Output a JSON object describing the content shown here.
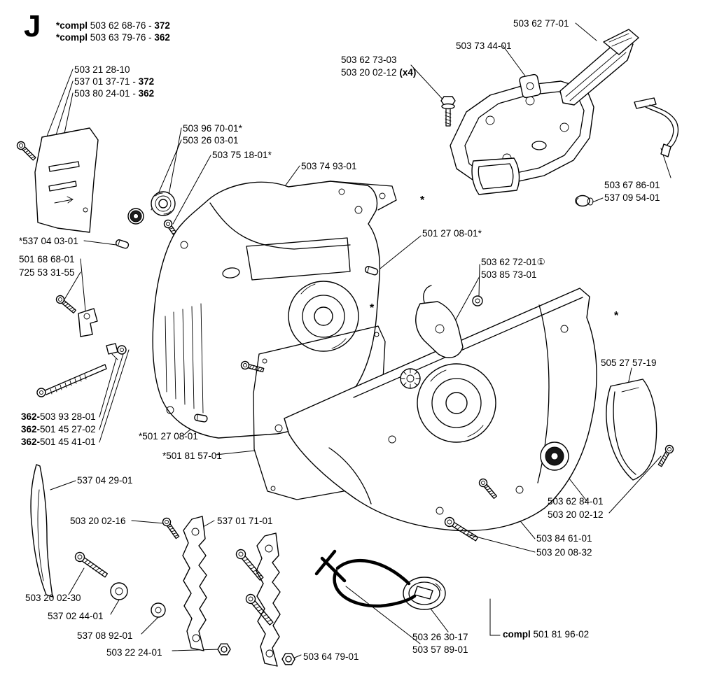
{
  "page": {
    "background": "#ffffff",
    "ink": "#000000"
  },
  "header": {
    "section_letter": "J",
    "notes": [
      {
        "bold_prefix": "*compl",
        "text": " 503 62 68-76 - ",
        "bold_suffix": "372"
      },
      {
        "bold_prefix": "*compl",
        "text": " 503 63 79-76 - ",
        "bold_suffix": "362"
      }
    ]
  },
  "labels": [
    {
      "text": "503 21 28-10"
    },
    {
      "text": "537 01 37-71 - ",
      "bold_suffix": "372"
    },
    {
      "text": "503 80 24-01 - ",
      "bold_suffix": "362"
    },
    {
      "text": "503 96 70-01*"
    },
    {
      "text": "503 26 03-01"
    },
    {
      "text": "503 75 18-01*"
    },
    {
      "text": "503 74 93-01"
    },
    {
      "text": "503 62 73-03"
    },
    {
      "text": "503 20 02-12 ",
      "bold_suffix": "(x4)"
    },
    {
      "text": "503 73 44-01"
    },
    {
      "text": "503 62 77-01"
    },
    {
      "text": "503 67 86-01"
    },
    {
      "text": "537 09 54-01"
    },
    {
      "text": "501 27 08-01*"
    },
    {
      "text": "503 62 72-01①"
    },
    {
      "text": "503 85 73-01"
    },
    {
      "text": "*537 04 03-01"
    },
    {
      "text": "501 68 68-01"
    },
    {
      "text": "725 53 31-55"
    },
    {
      "bold_prefix": "362-",
      "text": "503 93 28-01"
    },
    {
      "bold_prefix": "362-",
      "text": "501 45 27-02"
    },
    {
      "bold_prefix": "362-",
      "text": "501 45 41-01"
    },
    {
      "text": "*501 27 08-01"
    },
    {
      "text": "*501 81 57-01"
    },
    {
      "text": "505 27 57-19"
    },
    {
      "text": "503 62 84-01"
    },
    {
      "text": "503 20 02-12"
    },
    {
      "text": "503 84 61-01"
    },
    {
      "text": "503 20 08-32"
    },
    {
      "text": "537 04 29-01"
    },
    {
      "text": "503 20 02-16"
    },
    {
      "text": "537 01 71-01"
    },
    {
      "text": "503 20 02-30"
    },
    {
      "text": "537 02 44-01"
    },
    {
      "text": "537 08 92-01"
    },
    {
      "text": "503 22 24-01"
    },
    {
      "text": "503 64 79-01"
    },
    {
      "text": "503 26 30-17"
    },
    {
      "text": "503 57 89-01"
    },
    {
      "bold_prefix": "compl ",
      "text": "501 81 96-02"
    }
  ],
  "asterisks": [
    "*",
    "*",
    "*"
  ]
}
